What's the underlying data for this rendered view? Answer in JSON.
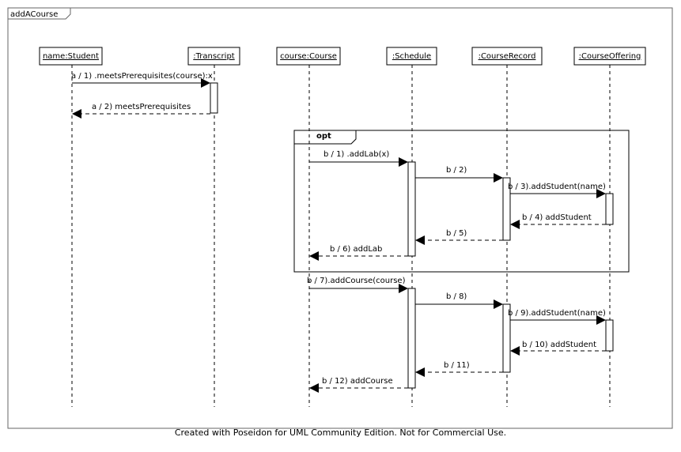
{
  "frame": {
    "title": "addACourse"
  },
  "lifelines": [
    {
      "id": "student",
      "label": "name:Student"
    },
    {
      "id": "transcript",
      "label": ":Transcript"
    },
    {
      "id": "course",
      "label": "course:Course"
    },
    {
      "id": "schedule",
      "label": ":Schedule"
    },
    {
      "id": "courserecord",
      "label": ":CourseRecord"
    },
    {
      "id": "courseoffering",
      "label": ":CourseOffering"
    }
  ],
  "fragment": {
    "operator": "opt"
  },
  "messages": [
    {
      "label": "a / 1) .meetsPrerequisites(course):x",
      "from": "student",
      "to": "transcript",
      "kind": "call"
    },
    {
      "label": "a / 2) meetsPrerequisites",
      "from": "transcript",
      "to": "student",
      "kind": "return"
    },
    {
      "label": "b / 1) .addLab(x)",
      "from": "course",
      "to": "schedule",
      "kind": "call"
    },
    {
      "label": "b / 2)",
      "from": "schedule",
      "to": "courserecord",
      "kind": "call"
    },
    {
      "label": "b / 3).addStudent(name)",
      "from": "courserecord",
      "to": "courseoffering",
      "kind": "call"
    },
    {
      "label": "b / 4) addStudent",
      "from": "courseoffering",
      "to": "courserecord",
      "kind": "return"
    },
    {
      "label": "b / 5)",
      "from": "courserecord",
      "to": "schedule",
      "kind": "return"
    },
    {
      "label": "b / 6) addLab",
      "from": "schedule",
      "to": "course",
      "kind": "return"
    },
    {
      "label": "b / 7).addCourse(course)",
      "from": "course",
      "to": "schedule",
      "kind": "call"
    },
    {
      "label": "b / 8)",
      "from": "schedule",
      "to": "courserecord",
      "kind": "call"
    },
    {
      "label": "b / 9).addStudent(name)",
      "from": "courserecord",
      "to": "courseoffering",
      "kind": "call"
    },
    {
      "label": "b / 10) addStudent",
      "from": "courseoffering",
      "to": "courserecord",
      "kind": "return"
    },
    {
      "label": "b / 11)",
      "from": "courserecord",
      "to": "schedule",
      "kind": "return"
    },
    {
      "label": "b / 12) addCourse",
      "from": "schedule",
      "to": "course",
      "kind": "return"
    }
  ],
  "footer": "Created with Poseidon for UML Community Edition. Not for Commercial Use."
}
